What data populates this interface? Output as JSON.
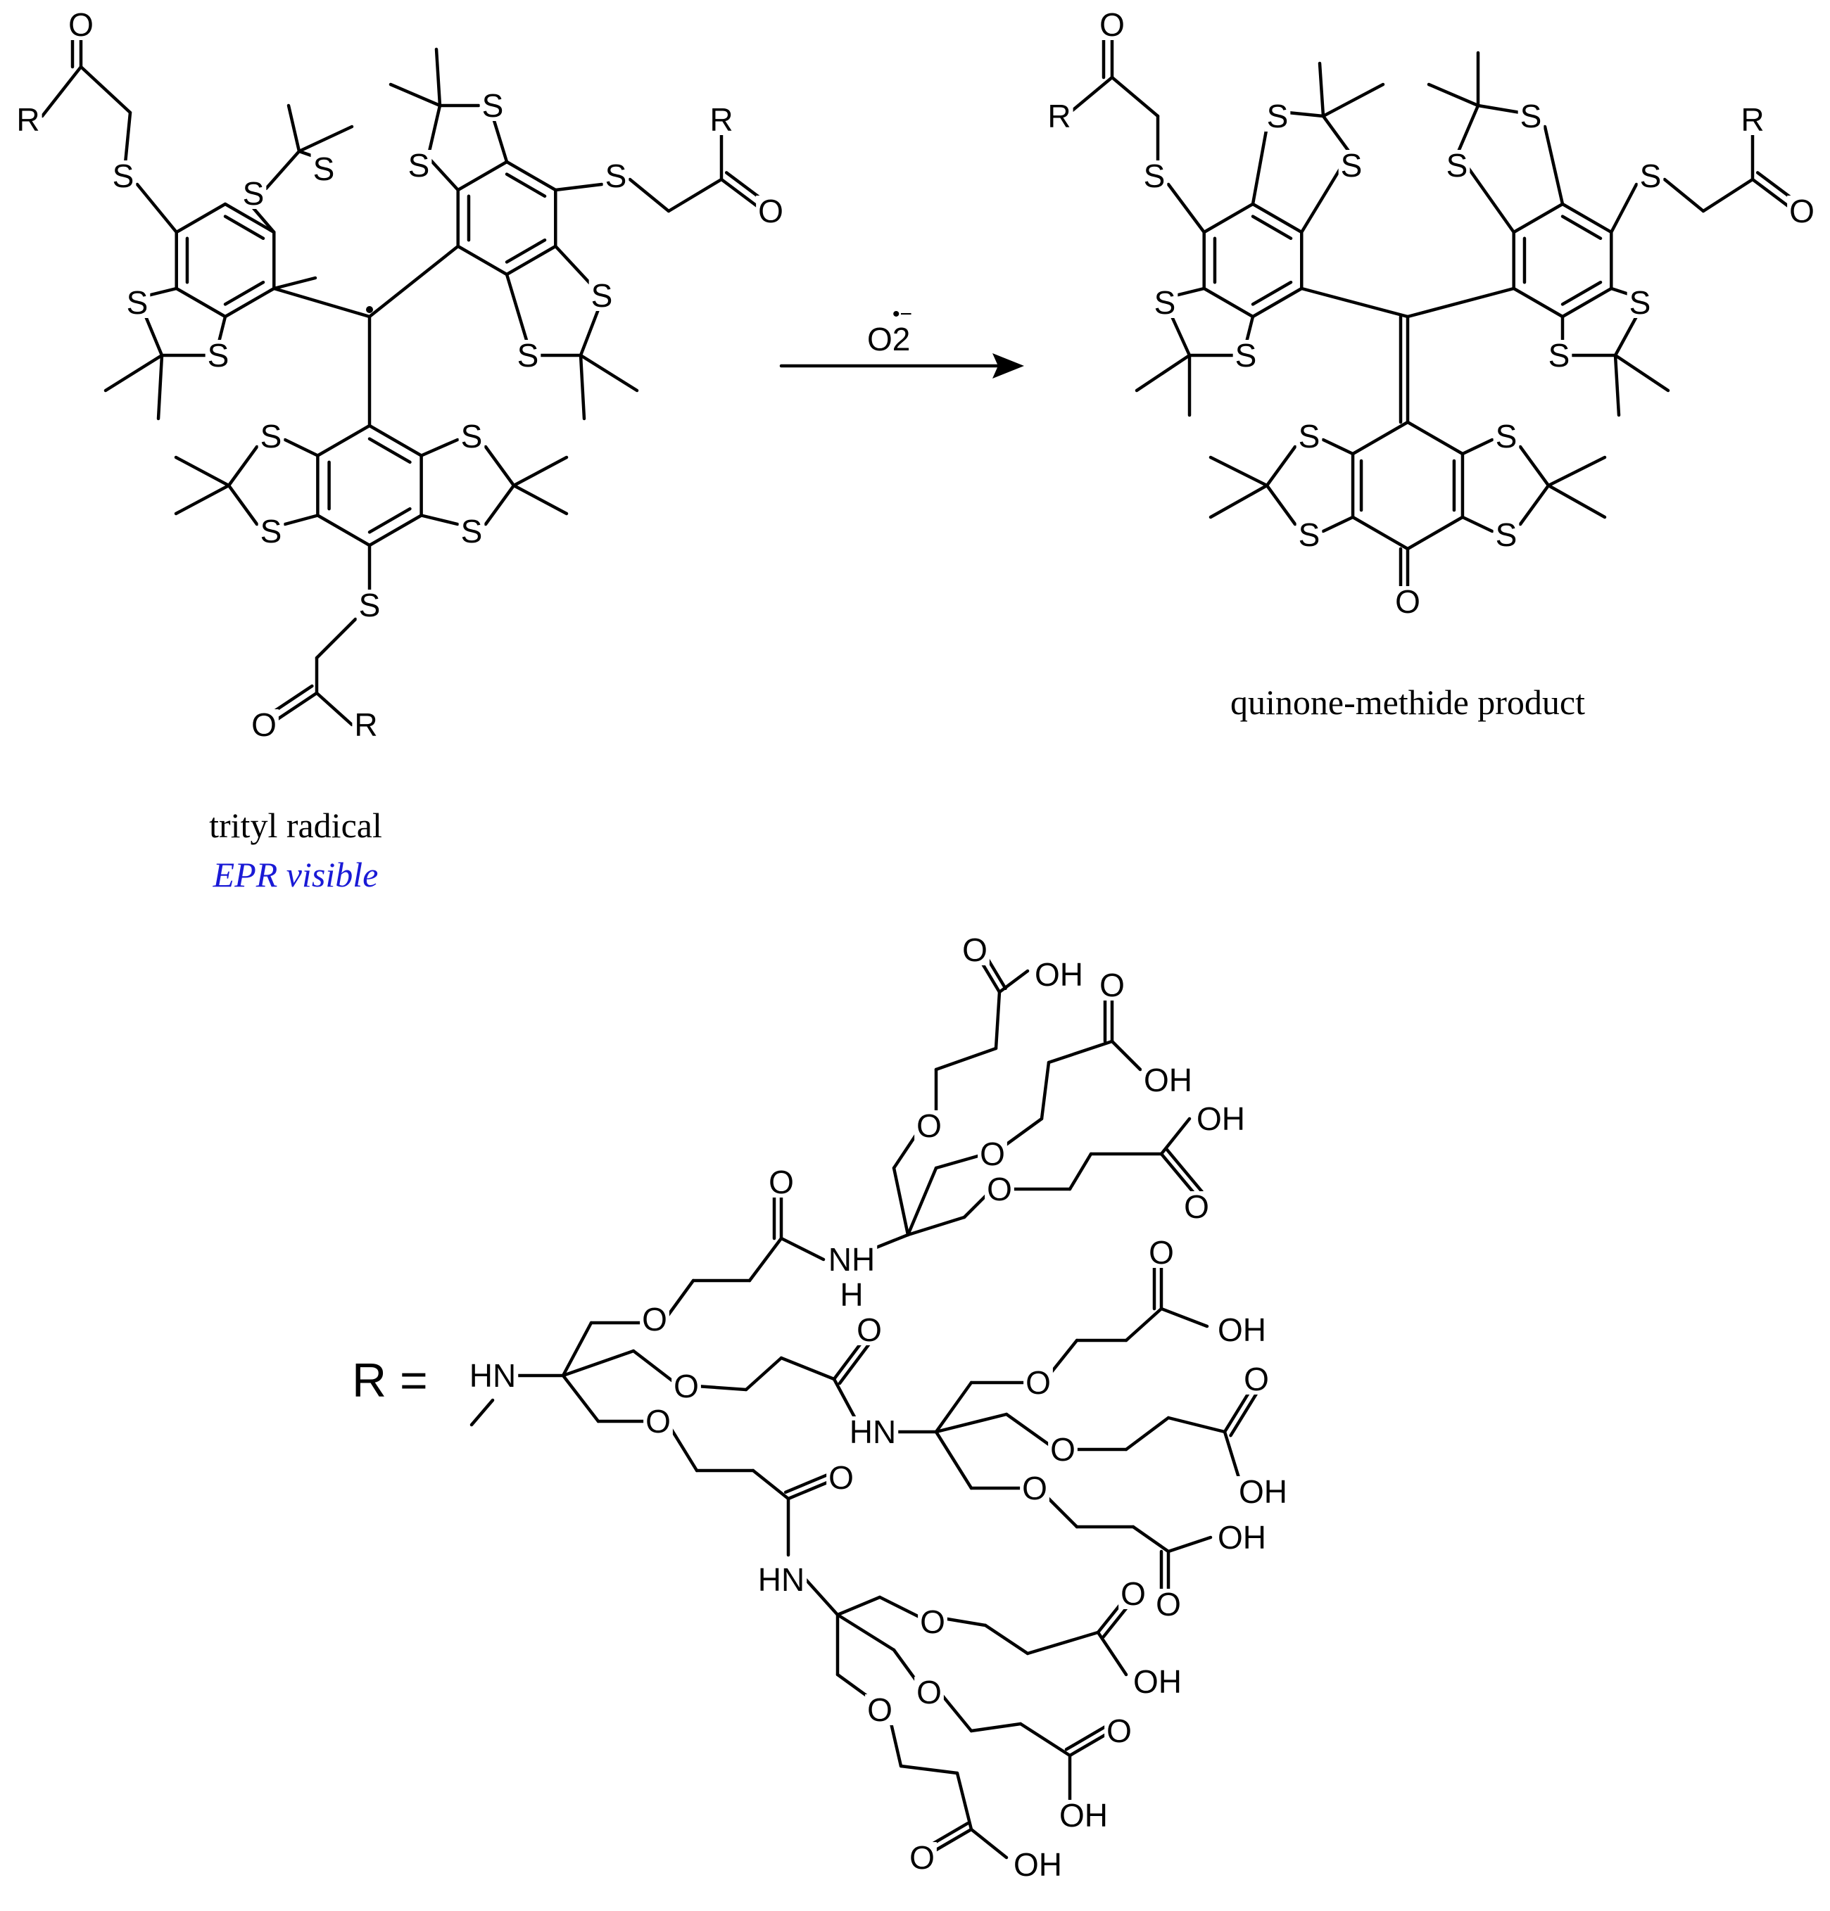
{
  "reaction": {
    "reagent": "O2",
    "reagent_charge": "•−"
  },
  "reactant": {
    "name": "trityl radical",
    "note": "EPR visible",
    "note_color": "#1a1ad6"
  },
  "product": {
    "name": "quinone-methide product"
  },
  "substituent": {
    "label": "R =",
    "amine": "HN"
  },
  "atoms": {
    "sulfur": "S",
    "oxygen": "O",
    "r_group": "R",
    "amine": "HN",
    "amide": "NH",
    "amide_h": "H",
    "acid": "OH"
  }
}
